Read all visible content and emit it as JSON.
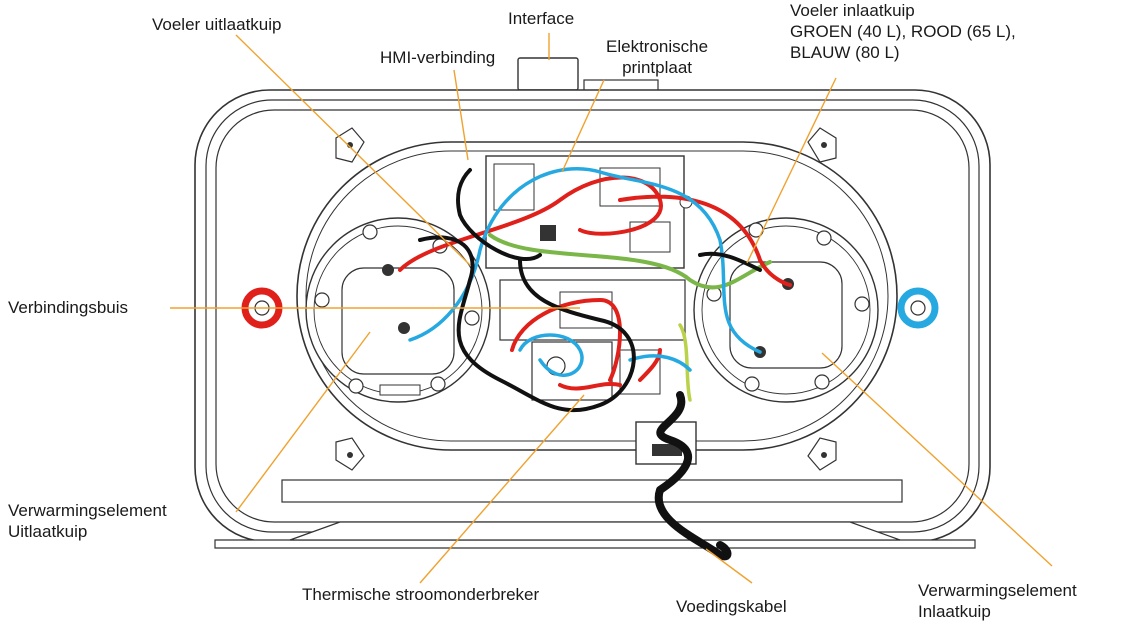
{
  "labels": {
    "sensor_outlet": "Voeler uitlaatkuip",
    "interface": "Interface",
    "hmi": "HMI-verbinding",
    "pcb_line1": "Elektronische",
    "pcb_line2": "printplaat",
    "sensor_inlet_line1": "Voeler inlaatkuip",
    "sensor_inlet_line2": "GROEN (40 L), ROOD (65 L),",
    "sensor_inlet_line3": "BLAUW (80 L)",
    "connecting_pipe": "Verbindingsbuis",
    "heater_outlet_line1": "Verwarmingselement",
    "heater_outlet_line2": "Uitlaatkuip",
    "thermal_breaker": "Thermische stroomonderbreker",
    "power_cable": "Voedingskabel",
    "heater_inlet_line1": "Verwarmingselement",
    "heater_inlet_line2": "Inlaatkuip"
  },
  "colors": {
    "leader": "#f0a22e",
    "wire_red": "#e0201b",
    "wire_blue": "#26a8e0",
    "wire_black": "#111111",
    "wire_green": "#7ab648",
    "wire_yellowgreen": "#b9d24a",
    "pipe_outlet": "#e0201b",
    "pipe_inlet": "#26a8e0",
    "outline": "#333333"
  }
}
